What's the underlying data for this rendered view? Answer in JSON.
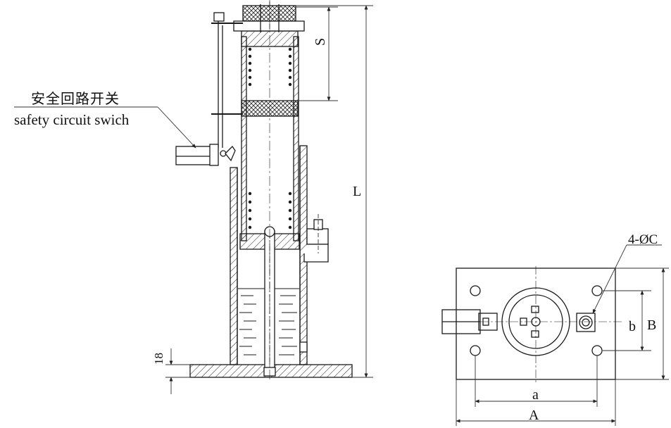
{
  "labels": {
    "switch_cn": "安全回路开关",
    "switch_en": "safety circuit swich",
    "stroke": "S",
    "length": "L",
    "base_thickness": "18",
    "mount_holes": "4-ØC",
    "hole_pitch_b": "b",
    "width_B": "B",
    "hole_pitch_a": "a",
    "length_A": "A"
  },
  "colors": {
    "line": "#1a1a1a",
    "dim": "#333333",
    "background": "#ffffff"
  }
}
